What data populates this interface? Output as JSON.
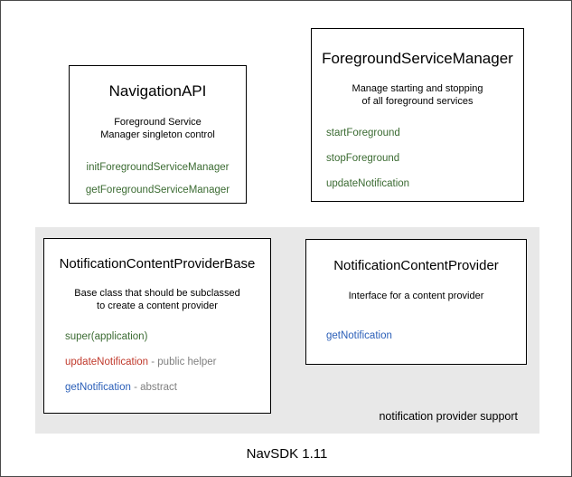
{
  "diagram": {
    "footer_caption": "NavSDK 1.11",
    "group_panel": {
      "caption": "notification provider support",
      "background_color": "#e8e8e8"
    },
    "colors": {
      "method_green": "#3b6b32",
      "method_red": "#c0392b",
      "method_blue": "#2b5fb8",
      "annotation_gray": "#808080",
      "box_border": "#000000",
      "canvas_border": "#4a4a4a"
    },
    "boxes": [
      {
        "id": "navigation-api",
        "title": "NavigationAPI",
        "description_lines": [
          "Foreground Service",
          "Manager singleton control"
        ],
        "members": [
          {
            "name": "initForegroundServiceManager",
            "color": "green",
            "annotation": ""
          },
          {
            "name": "getForegroundServiceManager",
            "color": "green",
            "annotation": ""
          }
        ]
      },
      {
        "id": "foreground-service-manager",
        "title": "ForegroundServiceManager",
        "description_lines": [
          "Manage starting and stopping",
          "of all foreground services"
        ],
        "members": [
          {
            "name": "startForeground",
            "color": "green",
            "annotation": ""
          },
          {
            "name": "stopForeground",
            "color": "green",
            "annotation": ""
          },
          {
            "name": "updateNotification",
            "color": "green",
            "annotation": ""
          }
        ]
      },
      {
        "id": "notification-content-provider-base",
        "title": "NotificationContentProviderBase",
        "description_lines": [
          "Base class that should be subclassed",
          "to create a content provider"
        ],
        "members": [
          {
            "name": "super(application)",
            "color": "green",
            "annotation": ""
          },
          {
            "name": "updateNotification",
            "color": "red",
            "annotation": " - public helper"
          },
          {
            "name": "getNotification",
            "color": "blue",
            "annotation": " - abstract"
          }
        ]
      },
      {
        "id": "notification-content-provider",
        "title": "NotificationContentProvider",
        "description_lines": [
          "Interface for a content provider"
        ],
        "members": [
          {
            "name": "getNotification",
            "color": "blue",
            "annotation": ""
          }
        ]
      }
    ]
  }
}
